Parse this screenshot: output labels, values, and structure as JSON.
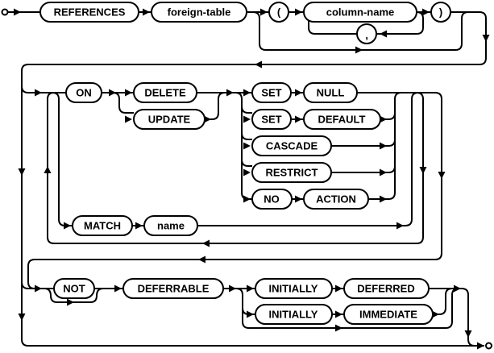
{
  "diagram": {
    "kind": "railroad-syntax-diagram",
    "colors": {
      "line": "#000000",
      "box_fill": "#ffffff",
      "background": "#ffffff"
    },
    "nodes": {
      "references": "REFERENCES",
      "foreign_table": "foreign-table",
      "open_paren": "(",
      "column_name": "column-name",
      "comma": ",",
      "close_paren": ")",
      "on": "ON",
      "delete": "DELETE",
      "update": "UPDATE",
      "set1": "SET",
      "null": "NULL",
      "set2": "SET",
      "default": "DEFAULT",
      "cascade": "CASCADE",
      "restrict": "RESTRICT",
      "no": "NO",
      "action": "ACTION",
      "match": "MATCH",
      "name": "name",
      "not": "NOT",
      "deferrable": "DEFERRABLE",
      "initially1": "INITIALLY",
      "deferred": "DEFERRED",
      "initially2": "INITIALLY",
      "immediate": "IMMEDIATE"
    }
  }
}
